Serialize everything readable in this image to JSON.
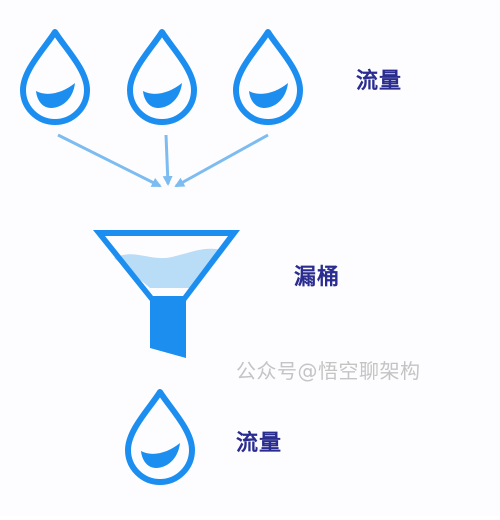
{
  "labels": {
    "inflow": "流量",
    "bucket": "漏桶",
    "outflow": "流量"
  },
  "watermark": "公众号@悟空聊架构",
  "icons": {
    "drop": "water-drop-icon",
    "funnel": "funnel-icon",
    "arrow": "arrow-icon"
  },
  "colors": {
    "primary": "#1c8ef0",
    "light": "#b9dcf7",
    "arrow": "#7cbcf0",
    "label": "#2a2d8f",
    "watermark": "#c4c4c4"
  }
}
